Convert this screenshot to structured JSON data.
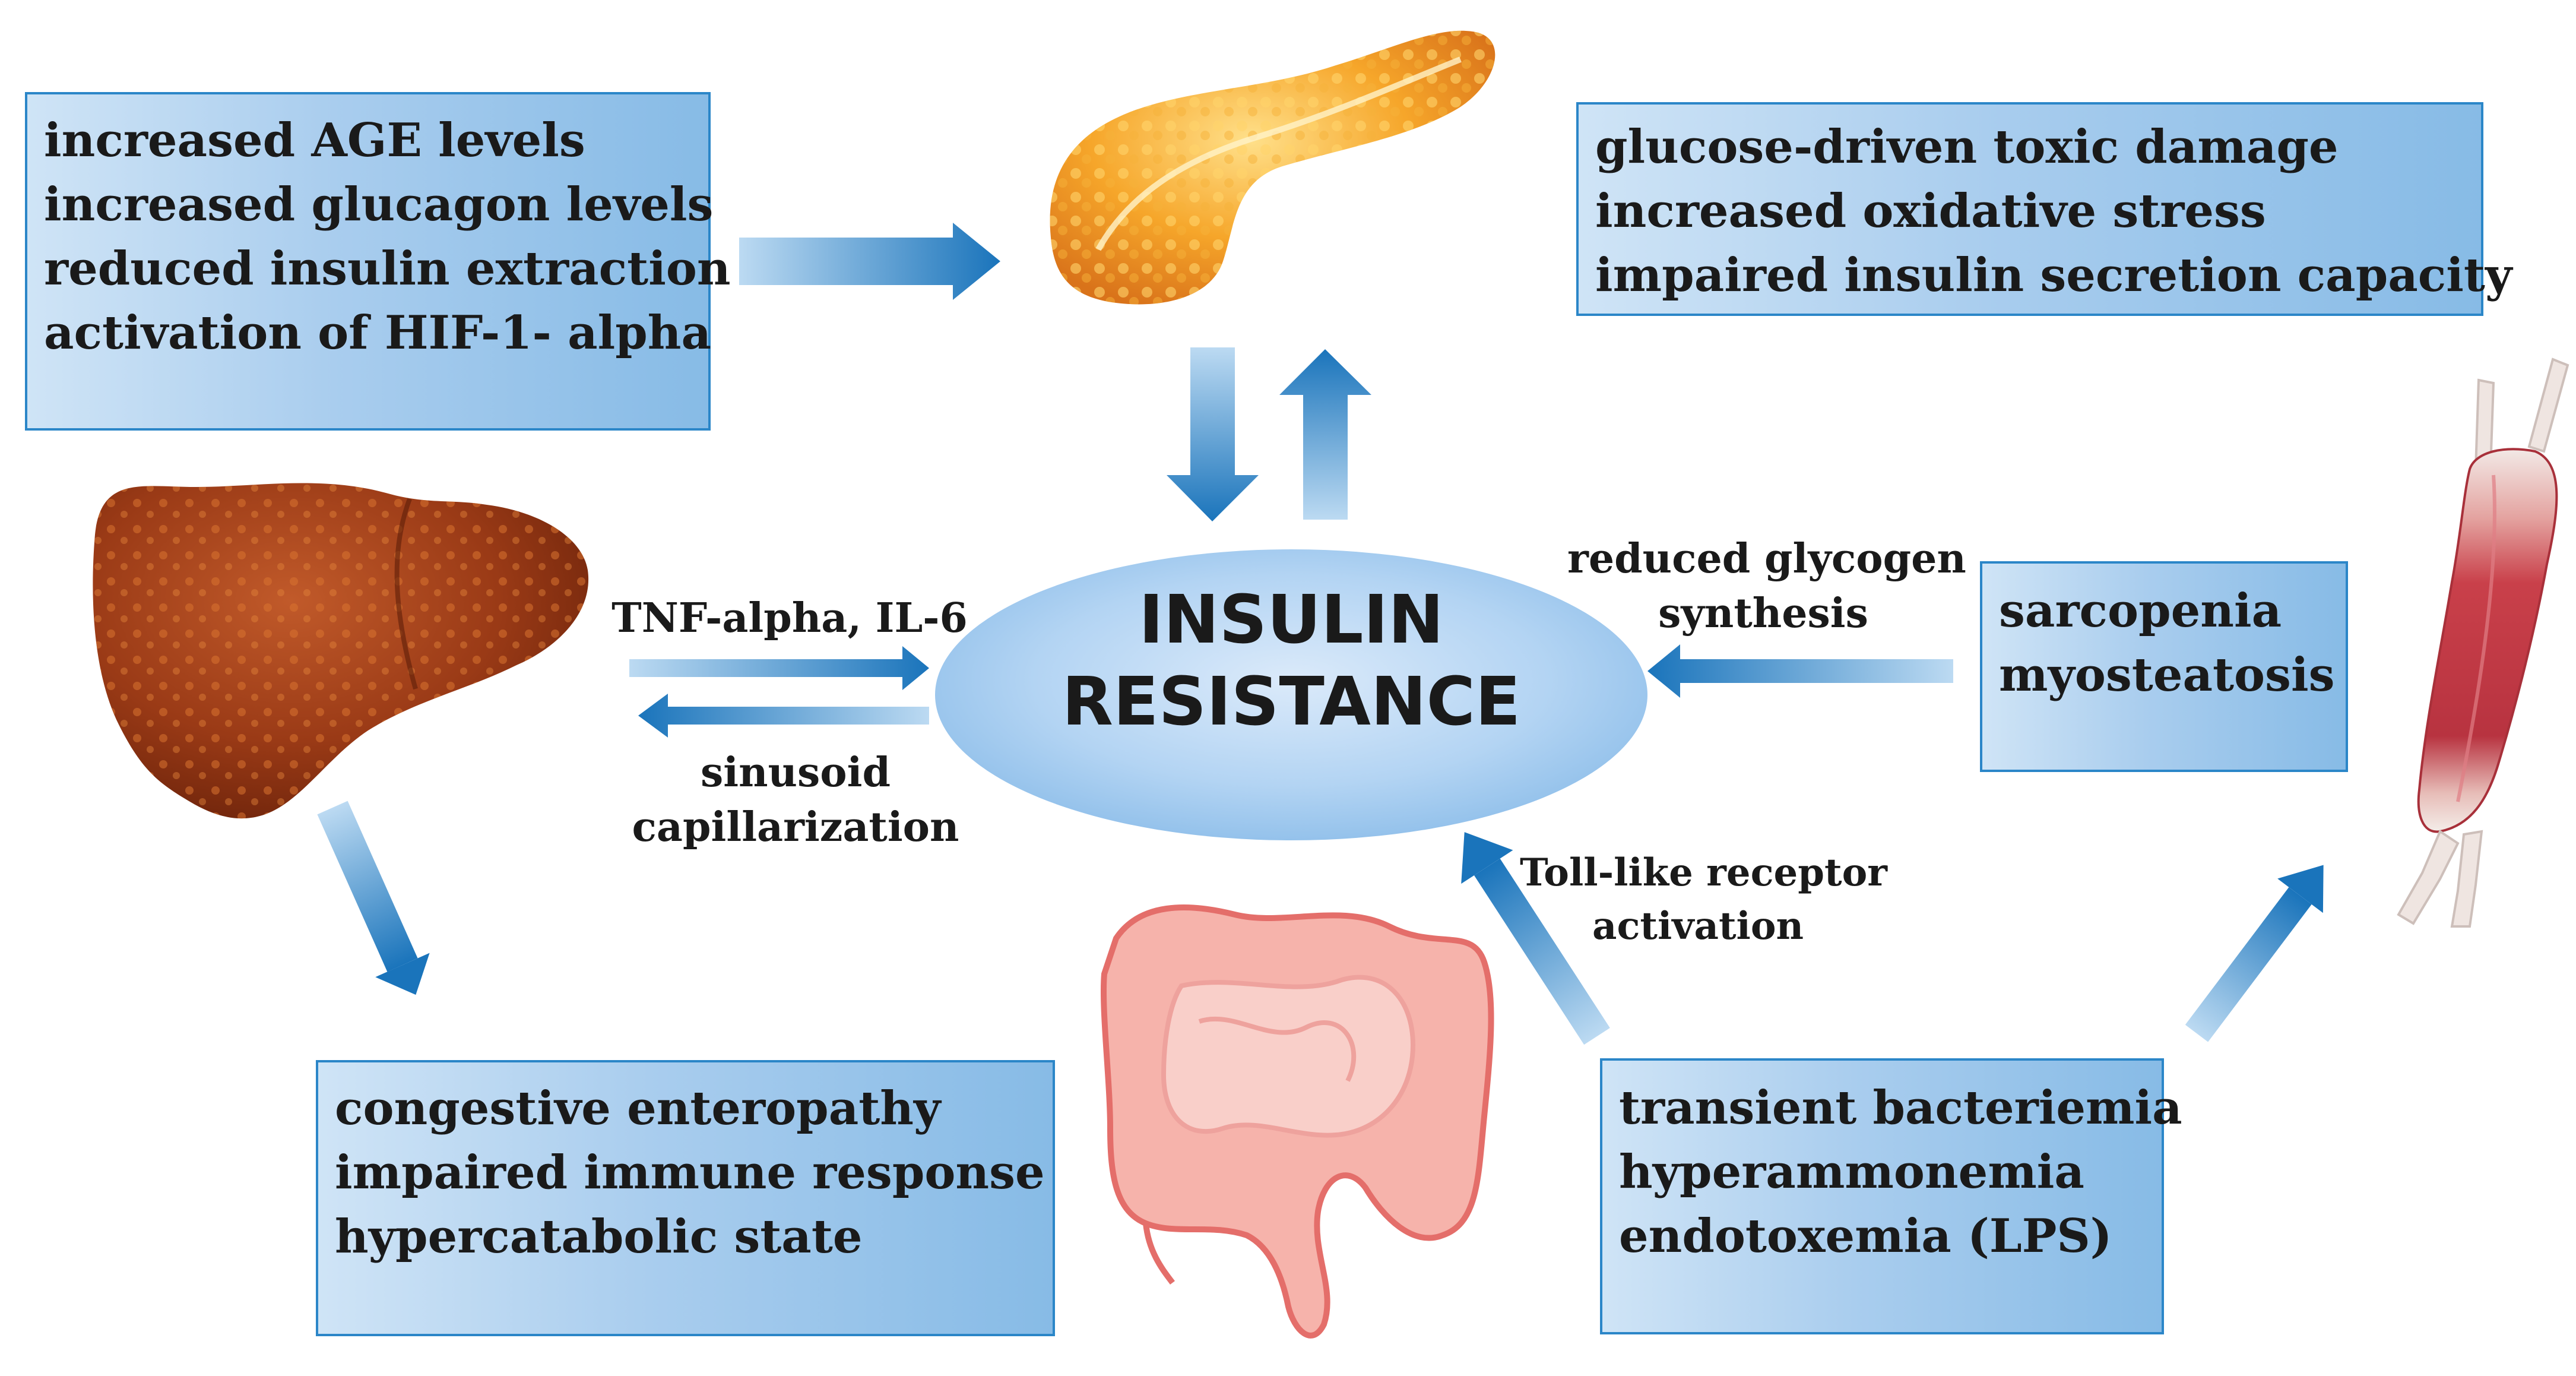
{
  "center": {
    "lines": [
      "INSULIN",
      "RESISTANCE"
    ]
  },
  "boxes": {
    "liver_effects": [
      "increased AGE levels",
      "increased glucagon levels",
      "reduced insulin extraction",
      "activation of HIF-1- alpha"
    ],
    "pancreas_effects": [
      "glucose-driven toxic damage",
      "increased oxidative stress",
      "impaired insulin secretion capacity"
    ],
    "muscle_effects": [
      "sarcopenia",
      "myosteatosis"
    ],
    "liver_bottom": [
      "congestive enteropathy",
      "impaired immune response",
      "hypercatabolic state"
    ],
    "gut_effects": [
      "transient bacteriemia",
      "hyperammonemia",
      "endotoxemia (LPS)"
    ]
  },
  "labels": {
    "cytokines": "TNF-alpha, IL-6",
    "sinusoid": [
      "sinusoid",
      "capillarization"
    ],
    "glycogen": [
      "reduced glycogen",
      "synthesis"
    ],
    "tlr": [
      "Toll-like  receptor",
      "activation"
    ]
  },
  "organs": [
    "pancreas-icon",
    "liver-icon",
    "muscle-icon",
    "intestine-icon"
  ],
  "colors": {
    "box_border": "#2b86c8",
    "box_fill": "#a9cdee",
    "arrow": "#1f7fc4",
    "ellipse": "#a6cdf0"
  }
}
